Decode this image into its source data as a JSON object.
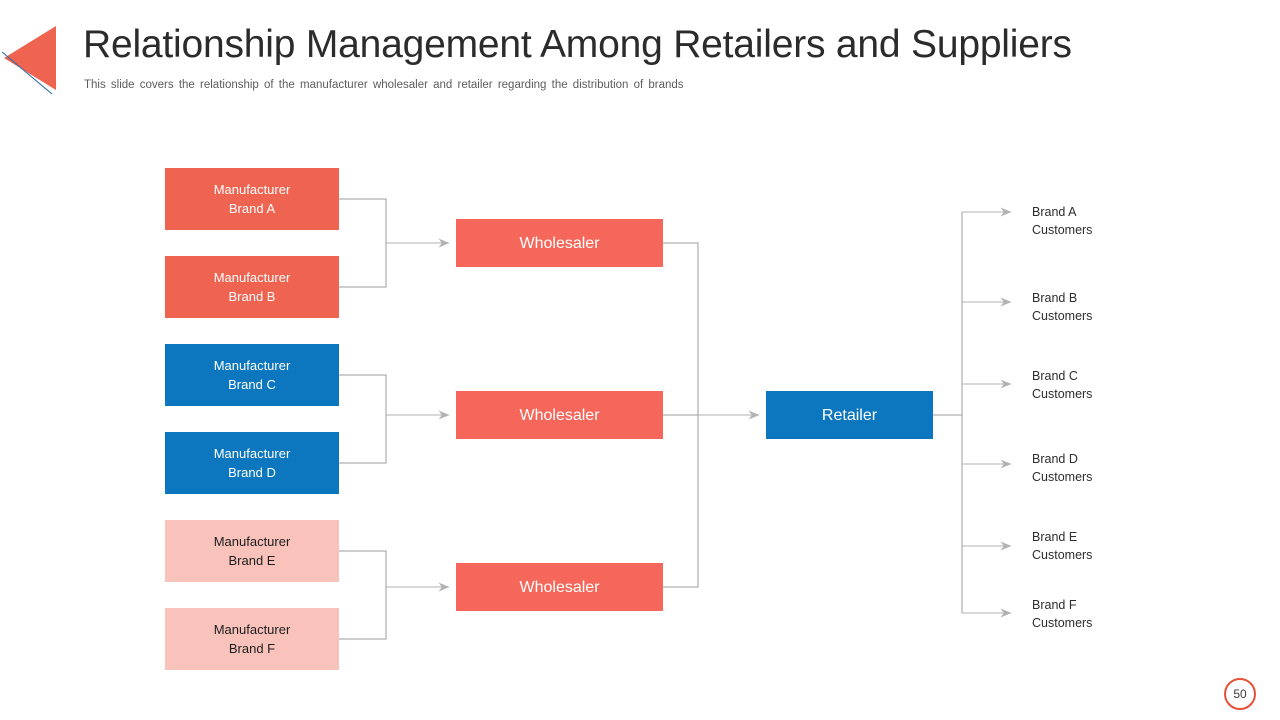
{
  "header": {
    "title": "Relationship Management Among Retailers and Suppliers",
    "subtitle": "This slide covers the relationship of the manufacturer  wholesaler  and retailer  regarding the distribution of brands"
  },
  "logo": {
    "icon": "triangle-left-logo"
  },
  "colors": {
    "coral": "#ef6351",
    "coral_wholesaler": "#f4675a",
    "blue": "#0c77be",
    "pink": "#f9c3bc",
    "connector": "#9c9c9c",
    "arrow": "#b0b0b0",
    "title_text": "#2b2b2b",
    "subtitle_text": "#5d5d5d",
    "badge_border": "#e8503a"
  },
  "diagram": {
    "manufacturers": [
      {
        "line1": "Manufacturer",
        "line2": "Brand A",
        "style": "coral"
      },
      {
        "line1": "Manufacturer",
        "line2": "Brand B",
        "style": "coral"
      },
      {
        "line1": "Manufacturer",
        "line2": "Brand C",
        "style": "blue"
      },
      {
        "line1": "Manufacturer",
        "line2": "Brand D",
        "style": "blue"
      },
      {
        "line1": "Manufacturer",
        "line2": "Brand E",
        "style": "pink"
      },
      {
        "line1": "Manufacturer",
        "line2": "Brand F",
        "style": "pink"
      }
    ],
    "wholesalers": [
      {
        "label": "Wholesaler"
      },
      {
        "label": "Wholesaler"
      },
      {
        "label": "Wholesaler"
      }
    ],
    "retailer": {
      "label": "Retailer"
    },
    "customers": [
      {
        "line1": "Brand A",
        "line2": "Customers"
      },
      {
        "line1": "Brand B",
        "line2": "Customers"
      },
      {
        "line1": "Brand C",
        "line2": "Customers"
      },
      {
        "line1": "Brand D",
        "line2": "Customers"
      },
      {
        "line1": "Brand E",
        "line2": "Customers"
      },
      {
        "line1": "Brand F",
        "line2": "Customers"
      }
    ]
  },
  "footer": {
    "page_number": "50"
  }
}
